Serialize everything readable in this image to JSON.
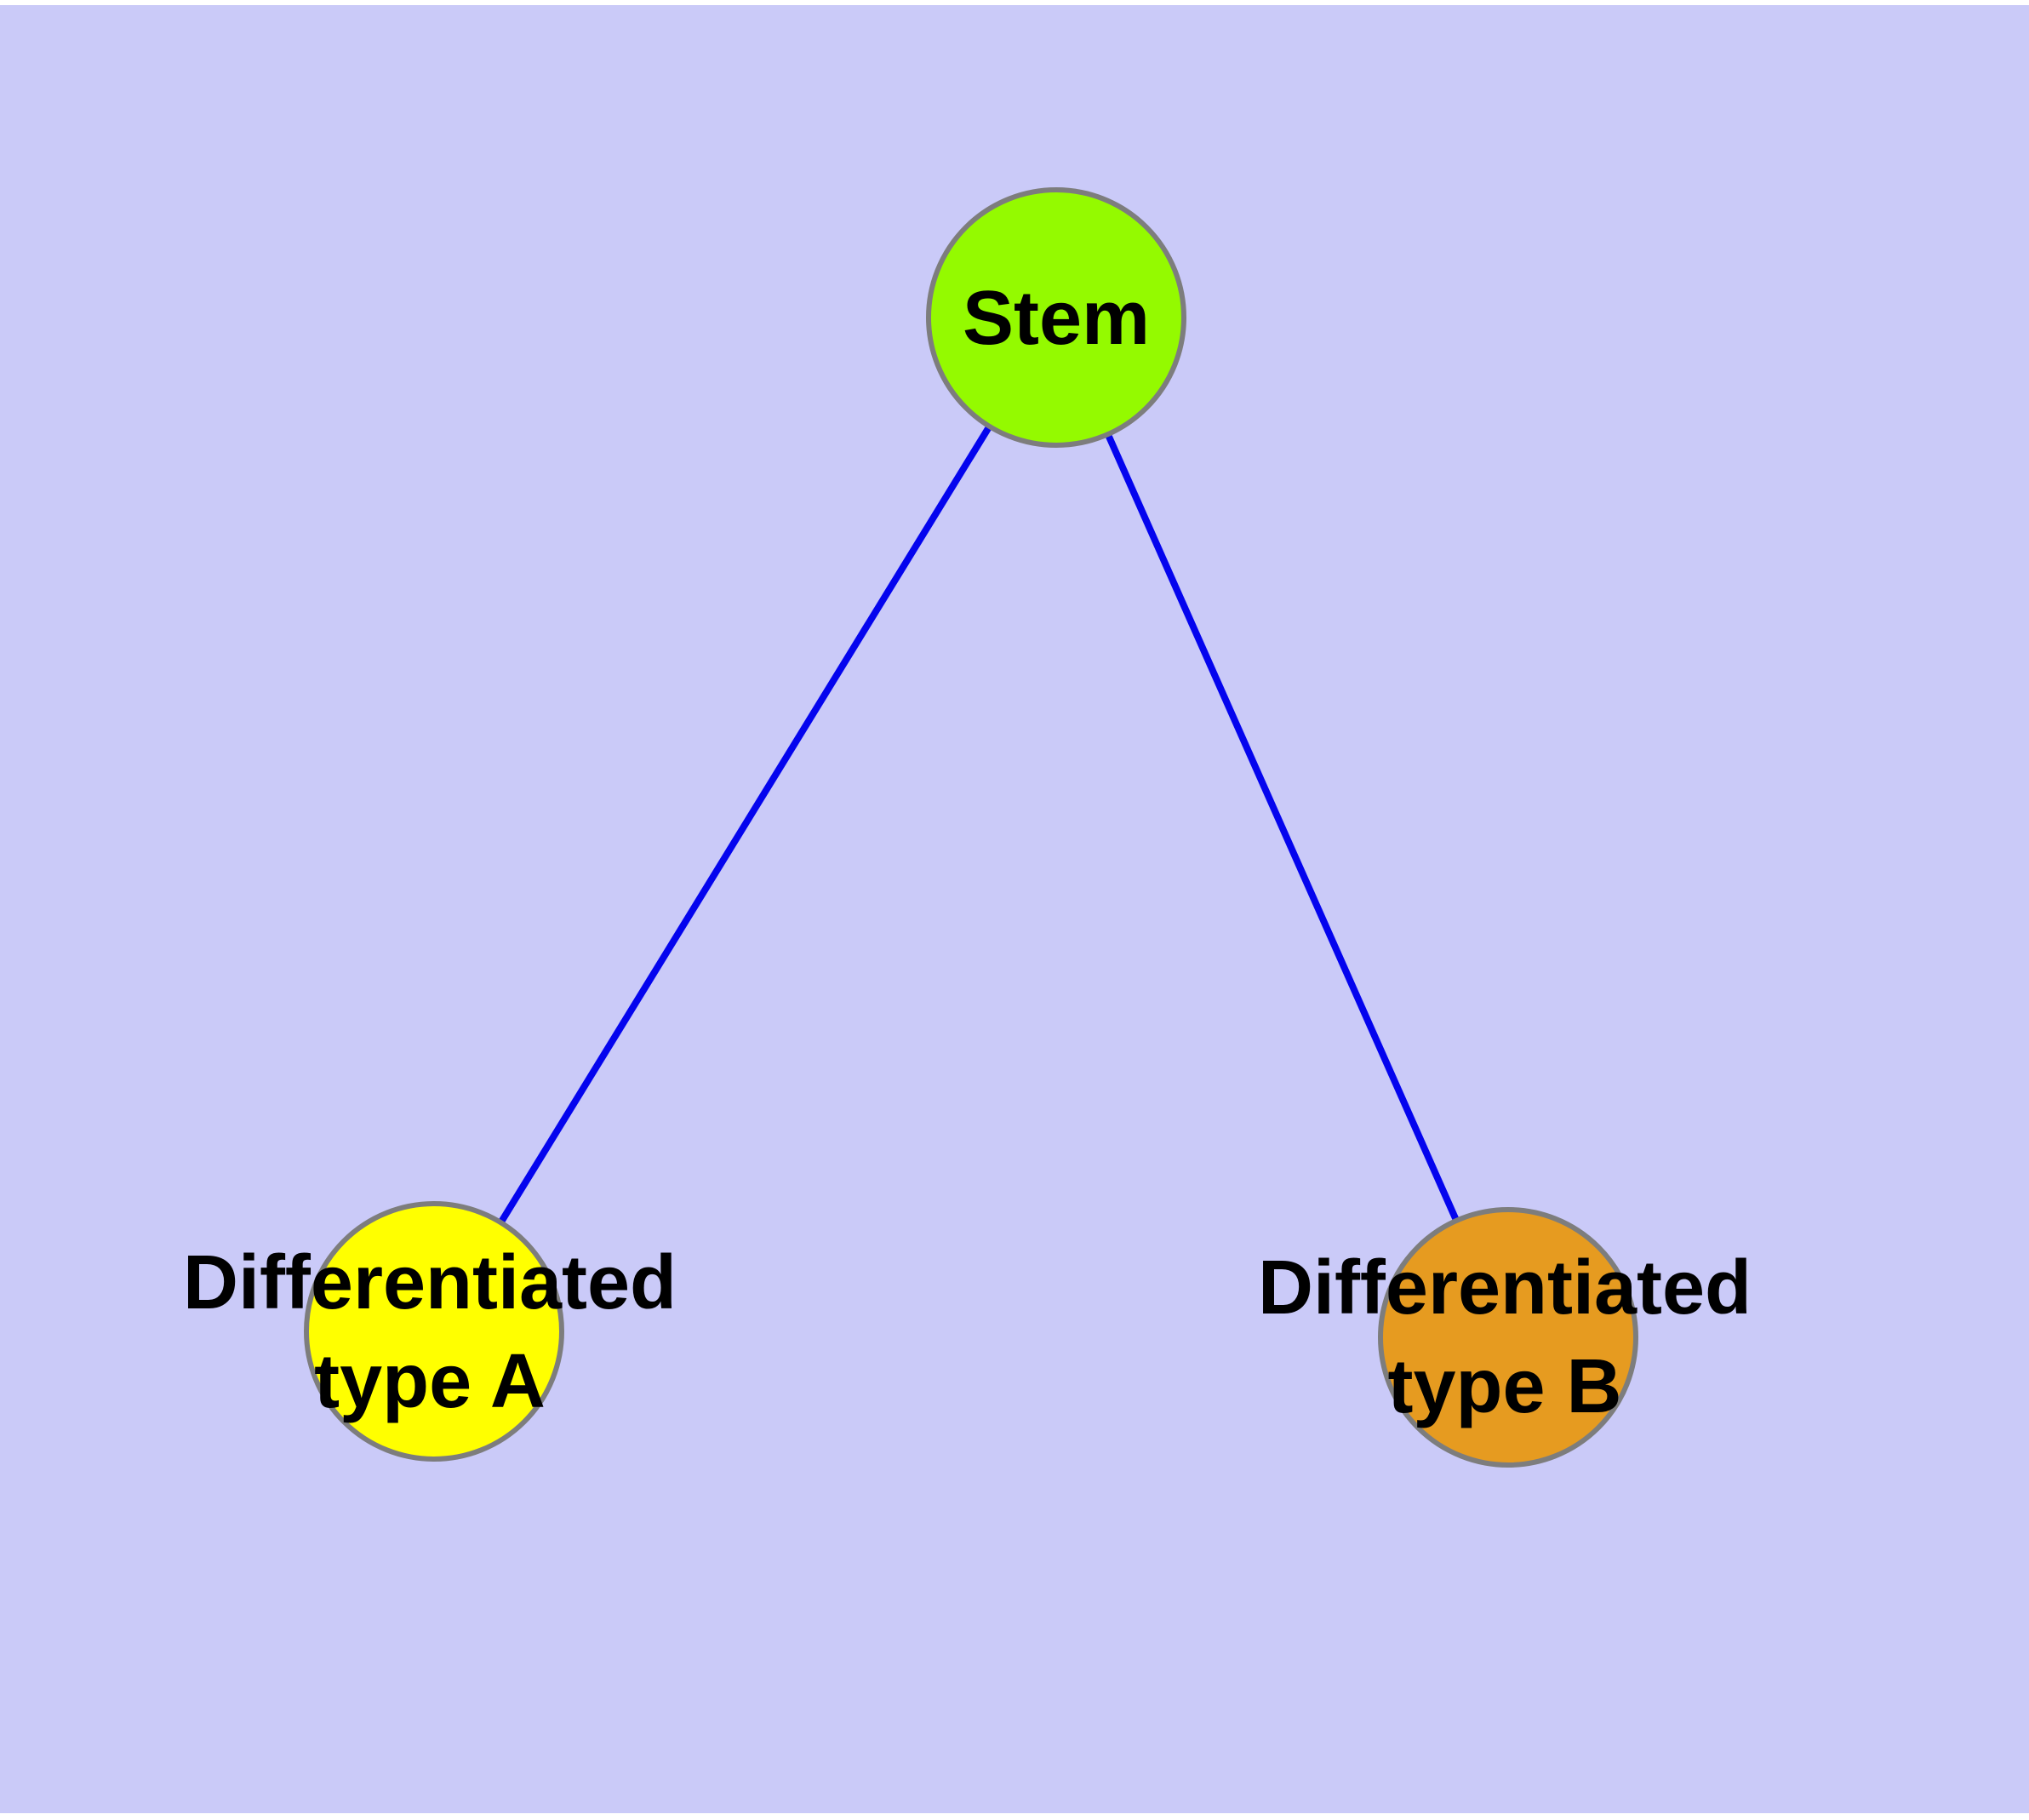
{
  "diagram": {
    "type": "graph",
    "page_background": "#ffffff",
    "background": "#cacaf8",
    "edge_color": "#0404ee",
    "node_border_color": "#7d7d7d",
    "label_color": "#000000",
    "nodes": [
      {
        "id": "stem",
        "label": "Stem",
        "color": "#94fa00"
      },
      {
        "id": "type_a",
        "label": "Differentiated type A",
        "color": "#ffff00",
        "label_lines": [
          "Differentiated",
          "type A"
        ]
      },
      {
        "id": "type_b",
        "label": "Differentiated type B",
        "color": "#e69b20",
        "label_lines": [
          "Differentiated",
          "type B"
        ]
      }
    ],
    "edges": [
      {
        "from": "Stem",
        "to": "Differentiated type A"
      },
      {
        "from": "Stem",
        "to": "Differentiated type B"
      }
    ]
  }
}
